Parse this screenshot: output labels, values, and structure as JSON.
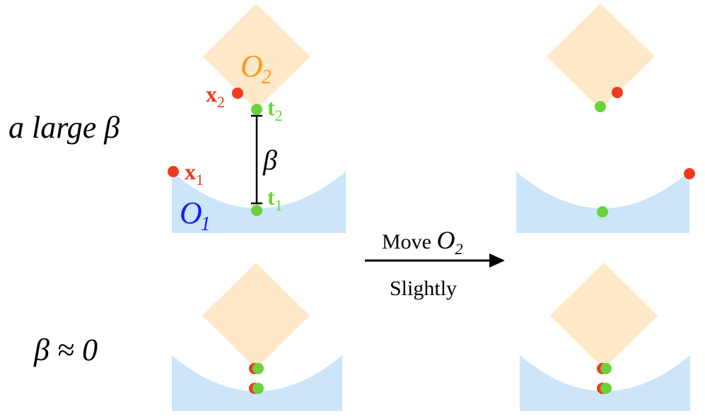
{
  "labels": {
    "row_top": "a large β",
    "row_bottom": "β ≈ 0",
    "beta": "β",
    "arrow_top_prefix": "Move ",
    "arrow_top_symbol": "O",
    "arrow_top_sub": "2",
    "arrow_bottom": "Slightly",
    "O1_symbol": "O",
    "O1_sub": "1",
    "O2_symbol": "O",
    "O2_sub": "2",
    "x1_symbol": "x",
    "x1_sub": "1",
    "x2_symbol": "x",
    "x2_sub": "2",
    "t1_symbol": "t",
    "t1_sub": "1",
    "t2_symbol": "t",
    "t2_sub": "2"
  },
  "colors": {
    "object_bowl": "#cce5f8",
    "object_diamond": "#fde8c8",
    "point_x": "#f03a1e",
    "point_t": "#6ad33b",
    "label_O1": "#1a1aff",
    "label_O2": "#ff9a1a",
    "label_x": "#f03a1e",
    "label_t": "#6ad33b",
    "text": "#000000"
  }
}
